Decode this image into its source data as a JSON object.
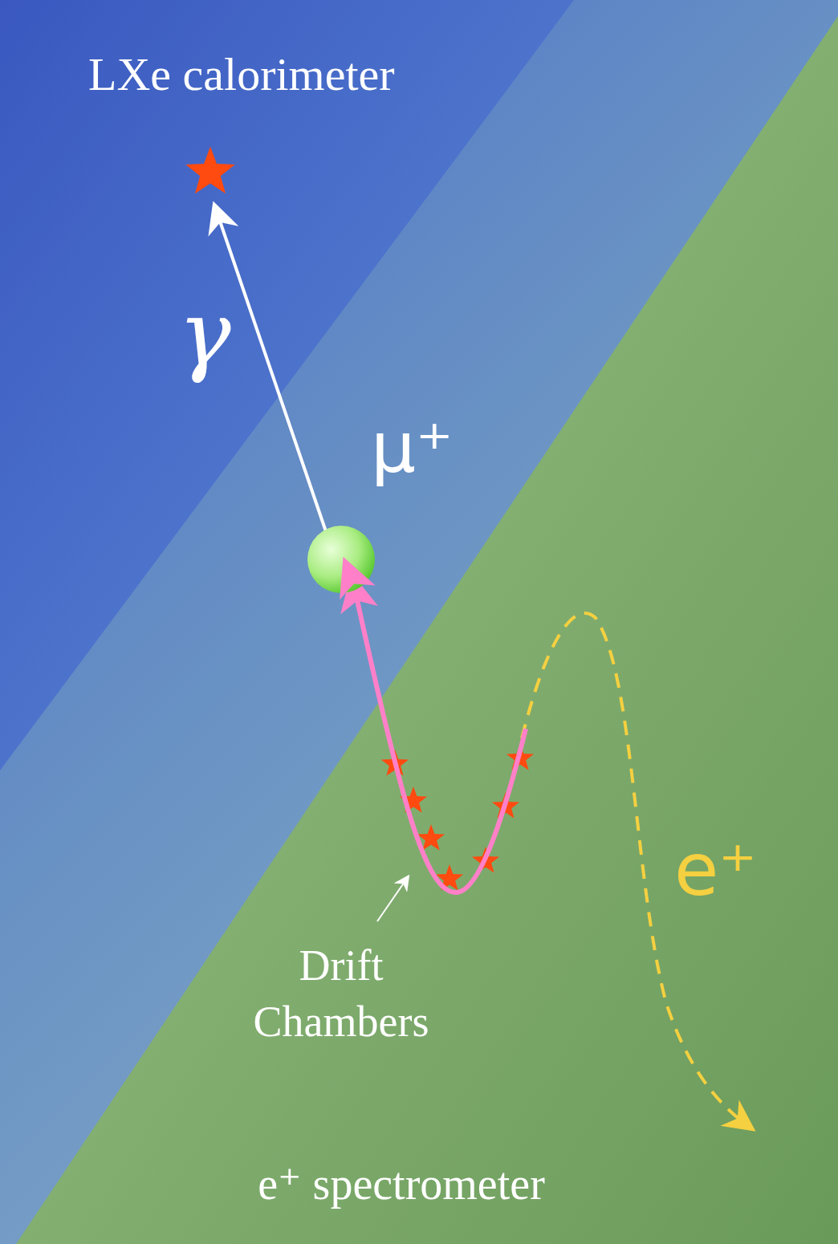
{
  "diagram": {
    "nodes": [
      {
        "text": [
          "LXe calorimeter"
        ]
      },
      {
        "text": [
          "e⁺ spectrometer"
        ]
      }
    ],
    "labels": [
      "γ",
      "μ⁺",
      "Drift Chambers",
      "e⁺"
    ]
  }
}
